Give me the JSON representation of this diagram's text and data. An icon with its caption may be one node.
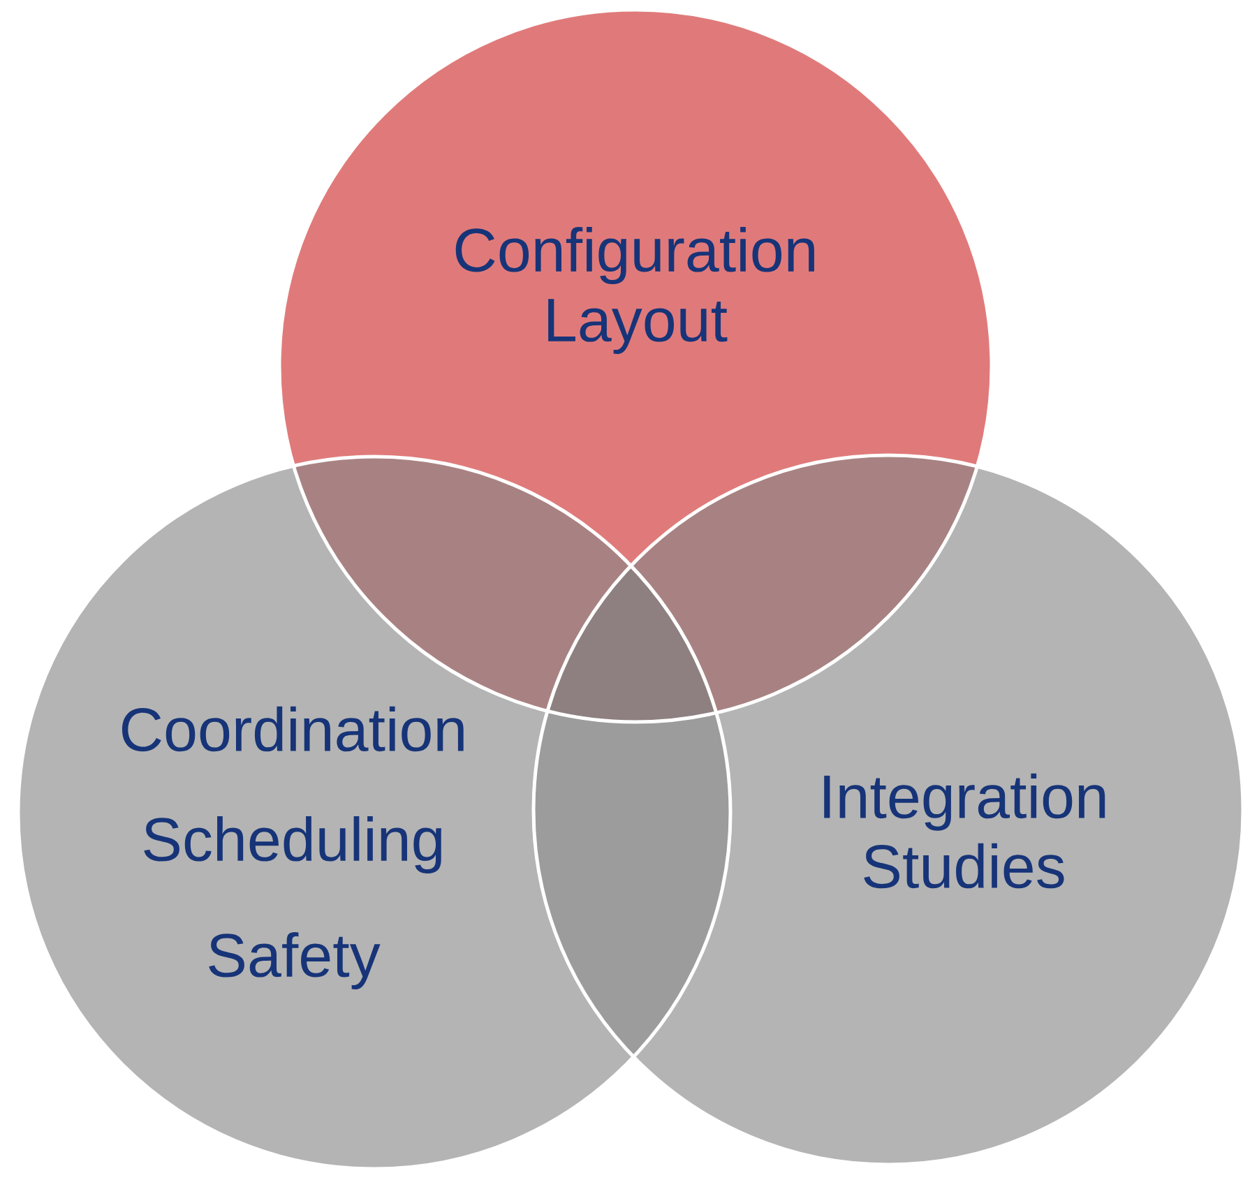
{
  "diagram": {
    "nodes": [
      {
        "text": [
          "Configuration Layout"
        ]
      },
      {
        "text": [
          "Coordination",
          "Scheduling",
          "Safety"
        ]
      },
      {
        "text": [
          "Integration Studies"
        ]
      }
    ]
  }
}
